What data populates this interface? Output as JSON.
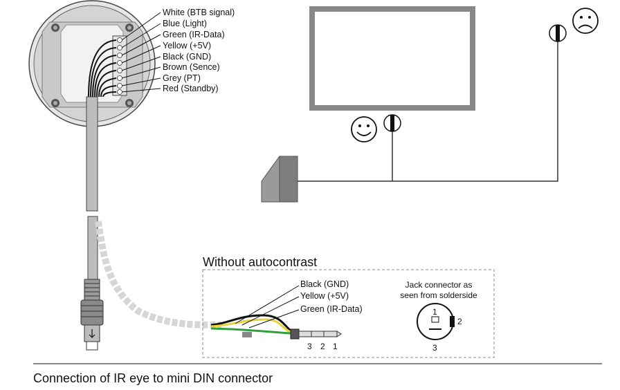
{
  "ir_eye": {
    "wires": [
      {
        "label": "White (BTB signal)",
        "color": "#ffffff"
      },
      {
        "label": "Blue (Light)",
        "color": "#3a6fd8"
      },
      {
        "label": "Green (IR-Data)",
        "color": "#2e9e3f"
      },
      {
        "label": "Yellow (+5V)",
        "color": "#e8d43a"
      },
      {
        "label": "Black (GND)",
        "color": "#111111"
      },
      {
        "label": "Brown (Sence)",
        "color": "#7a4a22"
      },
      {
        "label": "Grey (PT)",
        "color": "#9a9a9a"
      },
      {
        "label": "Red (Standby)",
        "color": "#d23a2a"
      }
    ]
  },
  "autocontrast": {
    "title": "Without autocontrast",
    "wires": [
      "Black (GND)",
      "Yellow (+5V)",
      "Green (IR-Data)"
    ],
    "plug_pins": [
      "3",
      "2",
      "1"
    ]
  },
  "jack": {
    "title_line1": "Jack connector as",
    "title_line2": "seen from solderside",
    "pin1": "1",
    "pin2": "2",
    "pin3": "3"
  },
  "caption": "Connection of IR eye to mini DIN connector",
  "icons": {
    "happy": "smiley-face-icon",
    "sad": "frowning-face-icon"
  }
}
